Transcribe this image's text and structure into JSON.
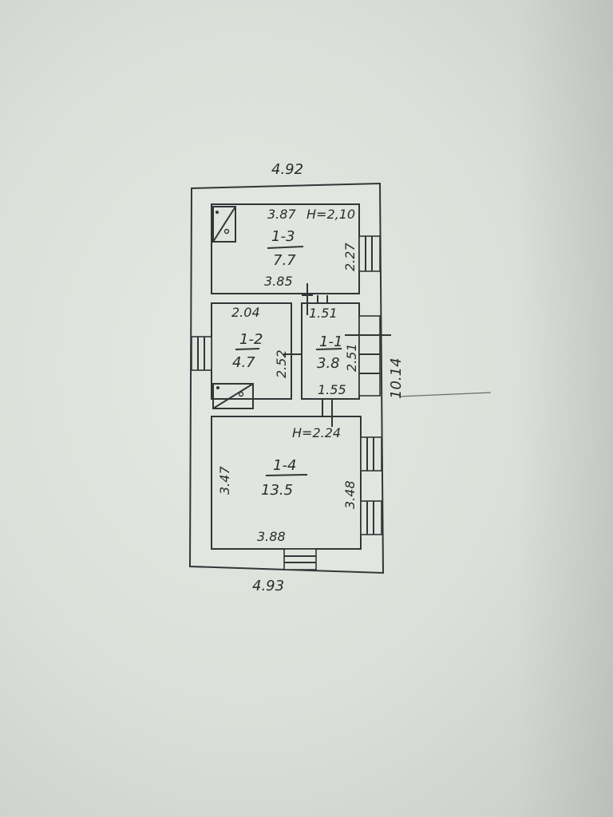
{
  "plan": {
    "dims": {
      "top_width": "4.92",
      "bottom_width": "4.93",
      "total_length": "10.14"
    },
    "rooms": [
      {
        "id": "1-3",
        "area": "7.7",
        "top_dim": "3.87",
        "height": "H=2,10",
        "bottom_dim": "3.85",
        "side_dim": "2.27"
      },
      {
        "id": "1-2",
        "area": "4.7",
        "top_dim": "2.04",
        "side_dim": "2.52"
      },
      {
        "id": "1-1",
        "area": "3.8",
        "top_dim": "1.51",
        "bottom_dim": "1.55",
        "side_dim": "2.51"
      },
      {
        "id": "1-4",
        "area": "13.5",
        "height": "H=2.24",
        "left_dim": "3.47",
        "right_dim": "3.48",
        "bottom_dim": "3.88"
      }
    ]
  }
}
